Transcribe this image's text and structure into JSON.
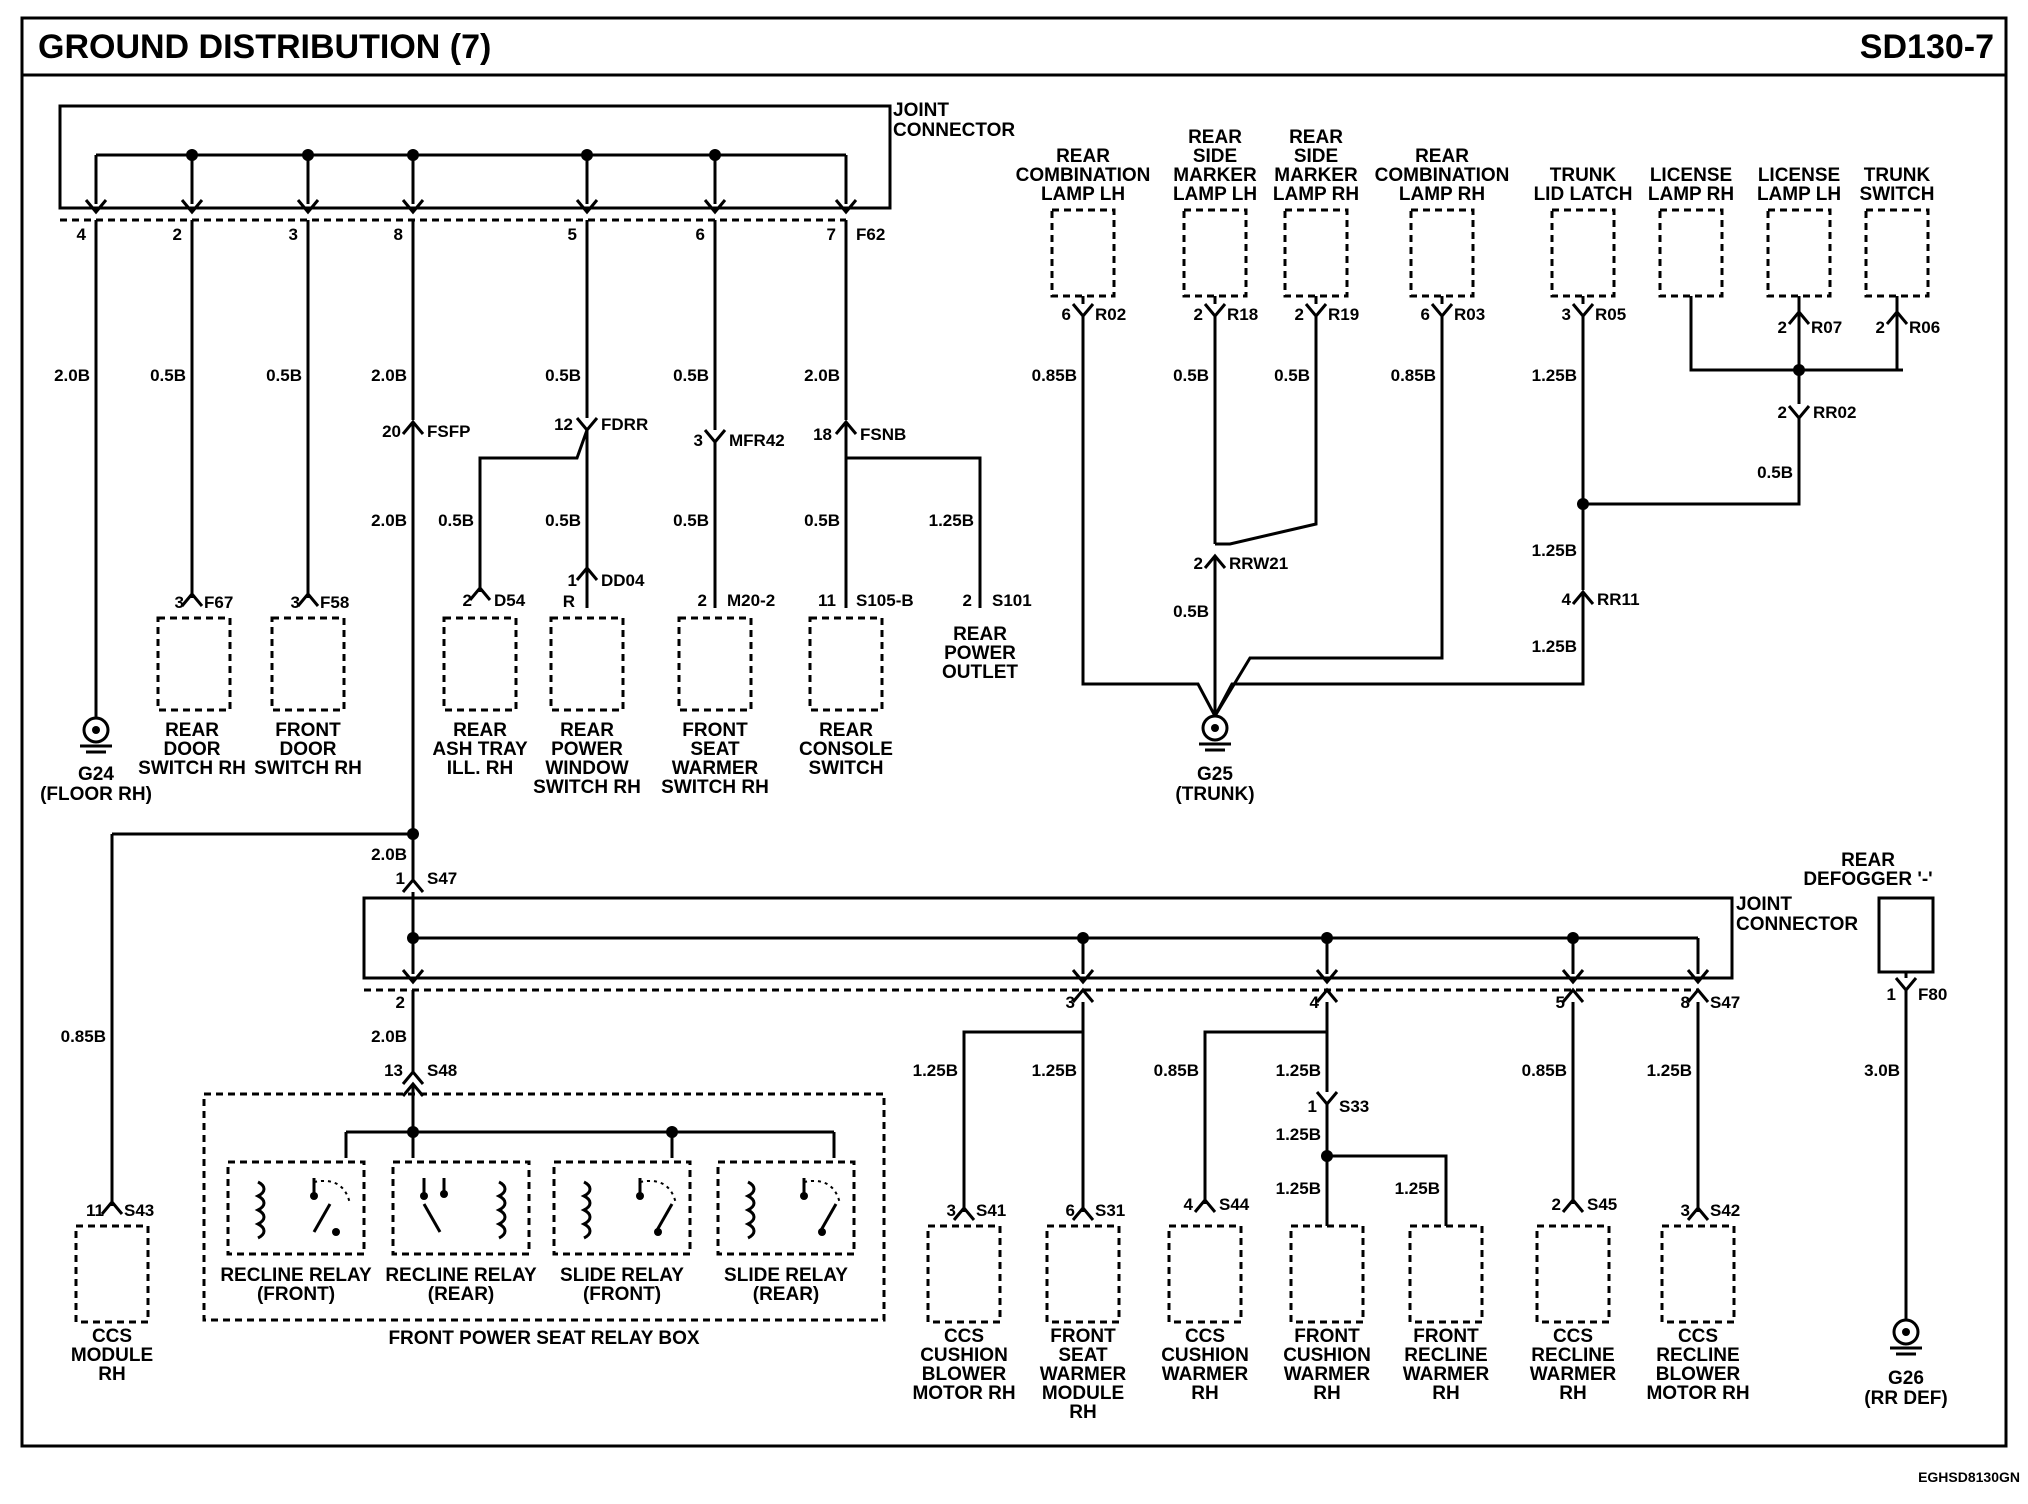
{
  "header": {
    "title": "GROUND DISTRIBUTION (7)",
    "page_code": "SD130-7"
  },
  "footer_code": "EGHSD8130GN",
  "joint_connector_label": [
    "JOINT",
    "CONNECTOR"
  ],
  "joint1": {
    "connector": "F62",
    "pins": [
      "4",
      "2",
      "3",
      "8",
      "5",
      "6",
      "7"
    ]
  },
  "top_left": {
    "g24": {
      "name": "G24",
      "loc": "(FLOOR RH)",
      "gauge": "2.0B"
    },
    "rear_door": {
      "gauge": "0.5B",
      "pin": "3",
      "conn": "F67",
      "name": [
        "REAR",
        "DOOR",
        "SWITCH RH"
      ]
    },
    "front_door": {
      "gauge": "0.5B",
      "pin": "3",
      "conn": "F58",
      "name": [
        "FRONT",
        "DOOR",
        "SWITCH RH"
      ]
    },
    "trunk_main": {
      "gauge_top": "2.0B",
      "pin": "20",
      "conn": "FSFP",
      "gauge_mid": "2.0B",
      "gauge_low": "2.0B"
    },
    "fdrr": {
      "gauge_top": "0.5B",
      "pin": "12",
      "conn": "FDRR"
    },
    "ash": {
      "gauge": "0.5B",
      "pin": "2",
      "conn": "D54",
      "name": [
        "REAR",
        "ASH TRAY",
        "ILL. RH"
      ]
    },
    "window": {
      "gauge": "0.5B",
      "pin": "1",
      "conn": "DD04",
      "sub": "R",
      "name": [
        "REAR",
        "POWER",
        "WINDOW",
        "SWITCH RH"
      ]
    },
    "mfr42": {
      "gauge_top": "0.5B",
      "pin": "3",
      "conn": "MFR42",
      "gauge_low": "0.5B"
    },
    "seat_warmer": {
      "pin": "2",
      "conn": "M20-2",
      "name": [
        "FRONT",
        "SEAT",
        "WARMER",
        "SWITCH RH"
      ]
    },
    "fsnb": {
      "gauge_top": "2.0B",
      "pin": "18",
      "conn": "FSNB"
    },
    "console": {
      "gauge": "0.5B",
      "pin": "11",
      "conn": "S105-B",
      "name": [
        "REAR",
        "CONSOLE",
        "SWITCH"
      ]
    },
    "power_outlet": {
      "gauge": "1.25B",
      "pin": "2",
      "conn": "S101",
      "name": [
        "REAR",
        "POWER",
        "OUTLET"
      ]
    }
  },
  "top_right": {
    "comp_lh": {
      "name": [
        "REAR",
        "COMBINATION",
        "LAMP LH"
      ],
      "pin": "6",
      "conn": "R02",
      "gauge": "0.85B"
    },
    "side_lh": {
      "name": [
        "REAR",
        "SIDE",
        "MARKER",
        "LAMP LH"
      ],
      "pin": "2",
      "conn": "R18",
      "gauge": "0.5B"
    },
    "side_rh": {
      "name": [
        "REAR",
        "SIDE",
        "MARKER",
        "LAMP RH"
      ],
      "pin": "2",
      "conn": "R19",
      "gauge": "0.5B"
    },
    "comb_rh": {
      "name": [
        "REAR",
        "COMBINATION",
        "LAMP RH"
      ],
      "pin": "6",
      "conn": "R03",
      "gauge": "0.85B"
    },
    "rrw21": {
      "pin": "2",
      "conn": "RRW21",
      "gauge": "0.5B"
    },
    "g25": {
      "name": "G25",
      "loc": "(TRUNK)"
    },
    "trunk_latch": {
      "name": [
        "TRUNK",
        "LID LATCH"
      ],
      "pin": "3",
      "conn": "R05",
      "gauge": "1.25B"
    },
    "license_rh": {
      "name": [
        "LICENSE",
        "LAMP RH"
      ]
    },
    "license_lh": {
      "name": [
        "LICENSE",
        "LAMP LH"
      ],
      "pin": "2",
      "conn": "R07"
    },
    "trunk_switch": {
      "name": [
        "TRUNK",
        "SWITCH"
      ],
      "pin": "2",
      "conn": "R06"
    },
    "rr02": {
      "pin": "2",
      "conn": "RR02",
      "gauge": "0.5B"
    },
    "rr11": {
      "pin": "4",
      "conn": "RR11",
      "gauge_top": "1.25B",
      "gauge_low": "1.25B"
    }
  },
  "bottom": {
    "s47_top": {
      "pin": "1",
      "conn": "S47",
      "gauge": "2.0B"
    },
    "joint2": {
      "connector": "S47",
      "pins": [
        "2",
        "3",
        "4",
        "5",
        "8"
      ]
    },
    "ccs_module": {
      "gauge": "0.85B",
      "pin": "11",
      "conn": "S43",
      "name": [
        "CCS",
        "MODULE",
        "RH"
      ]
    },
    "s48": {
      "gauge": "2.0B",
      "pin": "13",
      "conn": "S48"
    },
    "relays": [
      {
        "name": "RECLINE RELAY",
        "sub": "(FRONT)"
      },
      {
        "name": "RECLINE RELAY",
        "sub": "(REAR)"
      },
      {
        "name": "SLIDE RELAY",
        "sub": "(FRONT)"
      },
      {
        "name": "SLIDE RELAY",
        "sub": "(REAR)"
      }
    ],
    "relay_box": "FRONT POWER SEAT RELAY BOX",
    "s41": {
      "gauge": "1.25B",
      "pin": "3",
      "conn": "S41",
      "name": [
        "CCS",
        "CUSHION",
        "BLOWER",
        "MOTOR RH"
      ]
    },
    "s31": {
      "gauge": "1.25B",
      "pin": "6",
      "conn": "S31",
      "name": [
        "FRONT",
        "SEAT",
        "WARMER",
        "MODULE",
        "RH"
      ]
    },
    "s44": {
      "gauge": "0.85B",
      "pin": "4",
      "conn": "S44",
      "name": [
        "CCS",
        "CUSHION",
        "WARMER",
        "RH"
      ]
    },
    "s33": {
      "gauge_top": "1.25B",
      "pin": "1",
      "conn": "S33",
      "gauge_low": "1.25B",
      "gauge_a": "1.25B",
      "gauge_b": "1.25B"
    },
    "fcw": {
      "name": [
        "FRONT",
        "CUSHION",
        "WARMER",
        "RH"
      ]
    },
    "frw": {
      "name": [
        "FRONT",
        "RECLINE",
        "WARMER",
        "RH"
      ]
    },
    "s45": {
      "gauge": "0.85B",
      "pin": "2",
      "conn": "S45",
      "name": [
        "CCS",
        "RECLINE",
        "WARMER",
        "RH"
      ]
    },
    "s42": {
      "gauge": "1.25B",
      "pin": "3",
      "conn": "S42",
      "name": [
        "CCS",
        "RECLINE",
        "BLOWER",
        "MOTOR RH"
      ]
    },
    "defogger": {
      "name": [
        "REAR",
        "DEFOGGER '-'"
      ],
      "pin": "1",
      "conn": "F80",
      "gauge": "3.0B"
    },
    "g26": {
      "name": "G26",
      "loc": "(RR DEF)"
    }
  }
}
